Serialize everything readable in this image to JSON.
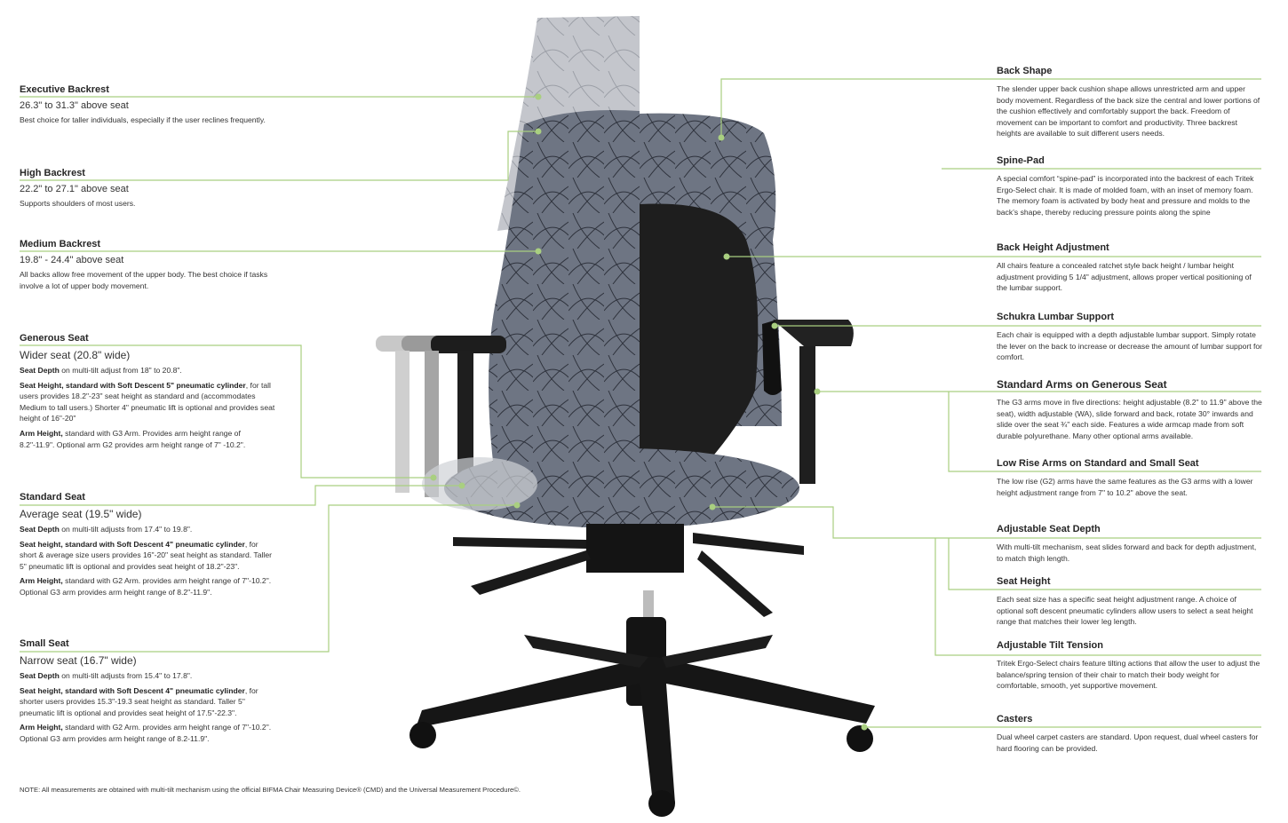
{
  "left": [
    {
      "title": "Executive Backrest",
      "subtitle": "26.3\" to 31.3\" above seat",
      "paras": [
        {
          "bold": "",
          "text": "Best choice for taller individuals, especially if the user reclines frequently."
        }
      ]
    },
    {
      "title": "High Backrest",
      "subtitle": "22.2\" to 27.1\" above seat",
      "paras": [
        {
          "bold": "",
          "text": "Supports shoulders of most users."
        }
      ]
    },
    {
      "title": "Medium Backrest",
      "subtitle": "19.8\" - 24.4\" above seat",
      "paras": [
        {
          "bold": "",
          "text": "All backs allow free movement of the upper body. The best choice if tasks involve a lot of upper body movement."
        }
      ]
    },
    {
      "title": "Generous Seat",
      "subtitle": "Wider seat (20.8\" wide)",
      "paras": [
        {
          "bold": "Seat Depth",
          "text": " on multi-tilt adjust from 18\" to 20.8\"."
        },
        {
          "bold": "Seat Height, standard with Soft Descent 5\" pneumatic cylinder",
          "text": ", for tall users provides 18.2\"-23\" seat height as standard and (accommodates Medium to tall users.) Shorter 4\" pneumatic lift is optional and provides seat height of 16\"-20\""
        },
        {
          "bold": "Arm Height,",
          "text": " standard with G3 Arm. Provides arm height range of 8.2\"-11.9\". Optional arm G2  provides arm height range of 7\" -10.2\"."
        }
      ]
    },
    {
      "title": "Standard Seat",
      "subtitle": "Average seat (19.5\" wide)",
      "paras": [
        {
          "bold": "Seat Depth",
          "text": " on multi-tilt adjusts from 17.4\" to 19.8\"."
        },
        {
          "bold": "Seat height, standard with Soft Descent 4\" pneumatic cylinder",
          "text": ", for short & average size users provides  16\"-20\" seat height as standard. Taller 5\" pneumatic lift is optional and provides seat height of 18.2\"-23\"."
        },
        {
          "bold": "Arm Height,",
          "text": " standard with G2 Arm. provides arm height range of 7\"-10.2\". Optional G3 arm provides arm height range of 8.2\"-11.9\"."
        }
      ]
    },
    {
      "title": "Small Seat",
      "subtitle": "Narrow seat (16.7\" wide)",
      "paras": [
        {
          "bold": "Seat Depth",
          "text": " on multi-tilt adjusts from 15.4\" to 17.8\"."
        },
        {
          "bold": "Seat height, standard with Soft Descent 4\" pneumatic cylinder",
          "text": ", for shorter users provides  15.3\"-19.3 seat height as standard. Taller 5\" pneumatic lift is optional and provides seat height of 17.5\"-22.3\"."
        },
        {
          "bold": "Arm Height,",
          "text": " standard with G2 Arm. provides arm height range of 7\"-10.2\". Optional G3 arm provides arm height range of 8.2-11.9\"."
        }
      ]
    }
  ],
  "right": [
    {
      "title": "Back Shape",
      "text": "The slender upper back cushion shape allows unrestricted arm and upper body movement. Regardless of the back size the central and lower portions of the cushion effectively and comfortably support the back. Freedom of movement can be important to comfort and productivity. Three backrest heights are available to suit different users needs."
    },
    {
      "title": "Spine-Pad",
      "text": "A special comfort “spine-pad” is incorporated into the backrest of each Tritek Ergo-Select chair. It is made of molded foam, with an inset of memory foam. The memory foam is activated by body heat and pressure and molds to the back’s shape, thereby reducing pressure points along the spine"
    },
    {
      "title": "Back Height Adjustment",
      "text": "All chairs feature a concealed ratchet style back height / lumbar height adjustment providing 5 1/4\" adjustment, allows proper vertical positioning of the lumbar support."
    },
    {
      "title": "Schukra Lumbar Support",
      "text": "Each chair is equipped with a depth adjustable lumbar support. Simply rotate the lever on the back to increase or decrease the amount of lumbar support for comfort."
    },
    {
      "title": "Standard Arms on Generous Seat",
      "text": "The G3 arms move in five directions: height adjustable (8.2\" to 11.9\" above the seat), width adjustable (WA), slide forward and back, rotate 30° inwards and slide over the seat ¾\" each side. Features a wide armcap made from soft durable polyurethane. Many other optional arms available."
    },
    {
      "title": "Low Rise Arms on Standard and Small Seat",
      "text": "The low rise (G2) arms have the same features as the G3 arms with a lower height adjustment range from 7\" to 10.2\" above the seat."
    },
    {
      "title": "Adjustable Seat Depth",
      "text": "With multi-tilt mechanism, seat slides forward and back for depth adjustment, to match thigh length."
    },
    {
      "title": "Seat Height",
      "text": "Each seat size has a specific seat height adjustment range. A choice of optional soft descent pneumatic cylinders allow users to select a seat height range that matches their lower leg length."
    },
    {
      "title": "Adjustable Tilt Tension",
      "text": "Tritek Ergo-Select chairs feature tilting actions that allow the user to adjust the balance/spring tension of their chair to match their body weight for comfortable, smooth, yet supportive movement."
    },
    {
      "title": "Casters",
      "text": "Dual wheel carpet casters are standard. Upon request, dual wheel casters for hard flooring can be provided."
    }
  ],
  "note": "NOTE: All measurements are obtained with multi-tilt mechanism using the official BIFMA Chair Measuring Device® (CMD) and the Universal Measurement Procedure©.",
  "colors": {
    "accent": "#a9cf80",
    "fabric": "#6b7280",
    "plastic": "#1c1c1c"
  }
}
